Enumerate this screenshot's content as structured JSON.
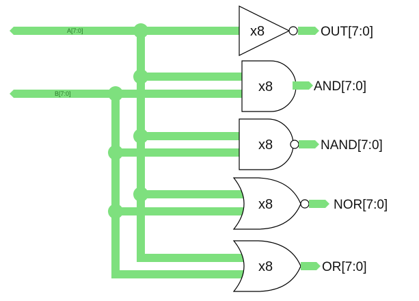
{
  "diagram": {
    "type": "logic-schematic",
    "inputs": [
      {
        "id": "A",
        "label": "A[7:0]"
      },
      {
        "id": "B",
        "label": "B[7:0]"
      }
    ],
    "gates": [
      {
        "id": "not",
        "kind": "NOT",
        "multiplier": "x8",
        "output": "OUT[7:0]"
      },
      {
        "id": "and",
        "kind": "AND",
        "multiplier": "x8",
        "output": "AND[7:0]"
      },
      {
        "id": "nand",
        "kind": "NAND",
        "multiplier": "x8",
        "output": "NAND[7:0]"
      },
      {
        "id": "nor",
        "kind": "NOR",
        "multiplier": "x8",
        "output": "NOR[7:0]"
      },
      {
        "id": "or",
        "kind": "OR",
        "multiplier": "x8",
        "output": "OR[7:0]"
      }
    ],
    "colors": {
      "bus": "#7ee07e",
      "gate_stroke": "#000000",
      "background": "#ffffff"
    }
  }
}
